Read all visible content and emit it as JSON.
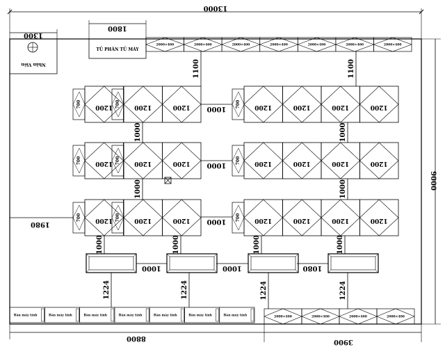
{
  "dimensions": {
    "overall_width": "13000",
    "overall_height": "9000",
    "bottom_left": "8800",
    "bottom_right": "3900",
    "entry_offset": "1300",
    "left_offset": "1980",
    "machine_cabinet_width": "1800",
    "vertical_gap_a": "1100",
    "vertical_gap_b": "1000",
    "aisle_gap": "1000",
    "desk_gap": "1000",
    "desk_gap_last": "1080",
    "desk_to_wall": "1224",
    "desk_to_row": "1000"
  },
  "labels": {
    "machine_cabinet": "TỦ PHÂN TỦ MÁY",
    "door_box": "Nhân Viên",
    "top_strip_unit": "2000×400",
    "bottom_strip_unit": "2000×400",
    "module_width": "1200",
    "end_cap": "700",
    "bottom_bench_unit": "Bàn máy tính"
  },
  "icons": {
    "entry": "globe-icon",
    "center_marker": "cross-box-icon"
  }
}
